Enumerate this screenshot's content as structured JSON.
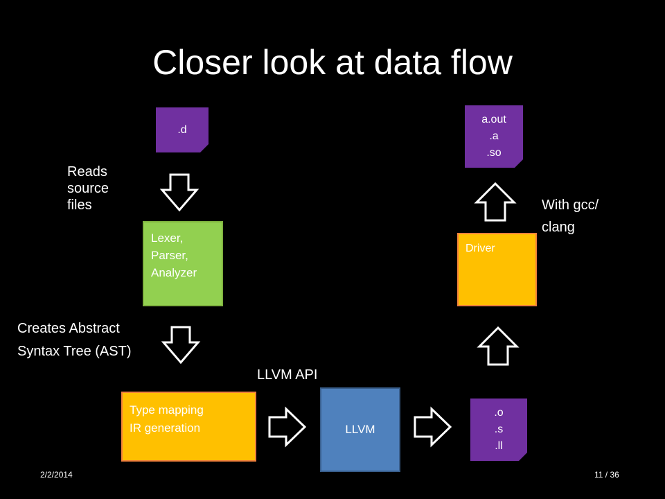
{
  "slide": {
    "title": "Closer look at data flow",
    "date": "2/2/2014",
    "page": "11 / 36"
  },
  "nodes": {
    "source_file": {
      "lines": [
        ".d"
      ]
    },
    "frontend": {
      "lines": [
        "Lexer,",
        "Parser,",
        "Analyzer"
      ]
    },
    "codegen": {
      "lines": [
        "Type mapping",
        "IR generation"
      ]
    },
    "llvm": {
      "label": "LLVM"
    },
    "object_files": {
      "lines": [
        ".o",
        ".s",
        ".ll"
      ]
    },
    "driver": {
      "label": "Driver"
    },
    "outputs": {
      "lines": [
        "a.out",
        ".a",
        ".so"
      ]
    }
  },
  "annotations": {
    "reads": [
      "Reads",
      "source",
      "files"
    ],
    "creates": [
      "Creates Abstract",
      "Syntax Tree (AST)"
    ],
    "llvm_api": "LLVM API",
    "with_gcc": [
      "With gcc/",
      "clang"
    ]
  },
  "colors": {
    "file": "#7030a0",
    "frontend": "#92d050",
    "codegen": "#ffc000",
    "llvm": "#4f81bd",
    "background": "#000000"
  }
}
